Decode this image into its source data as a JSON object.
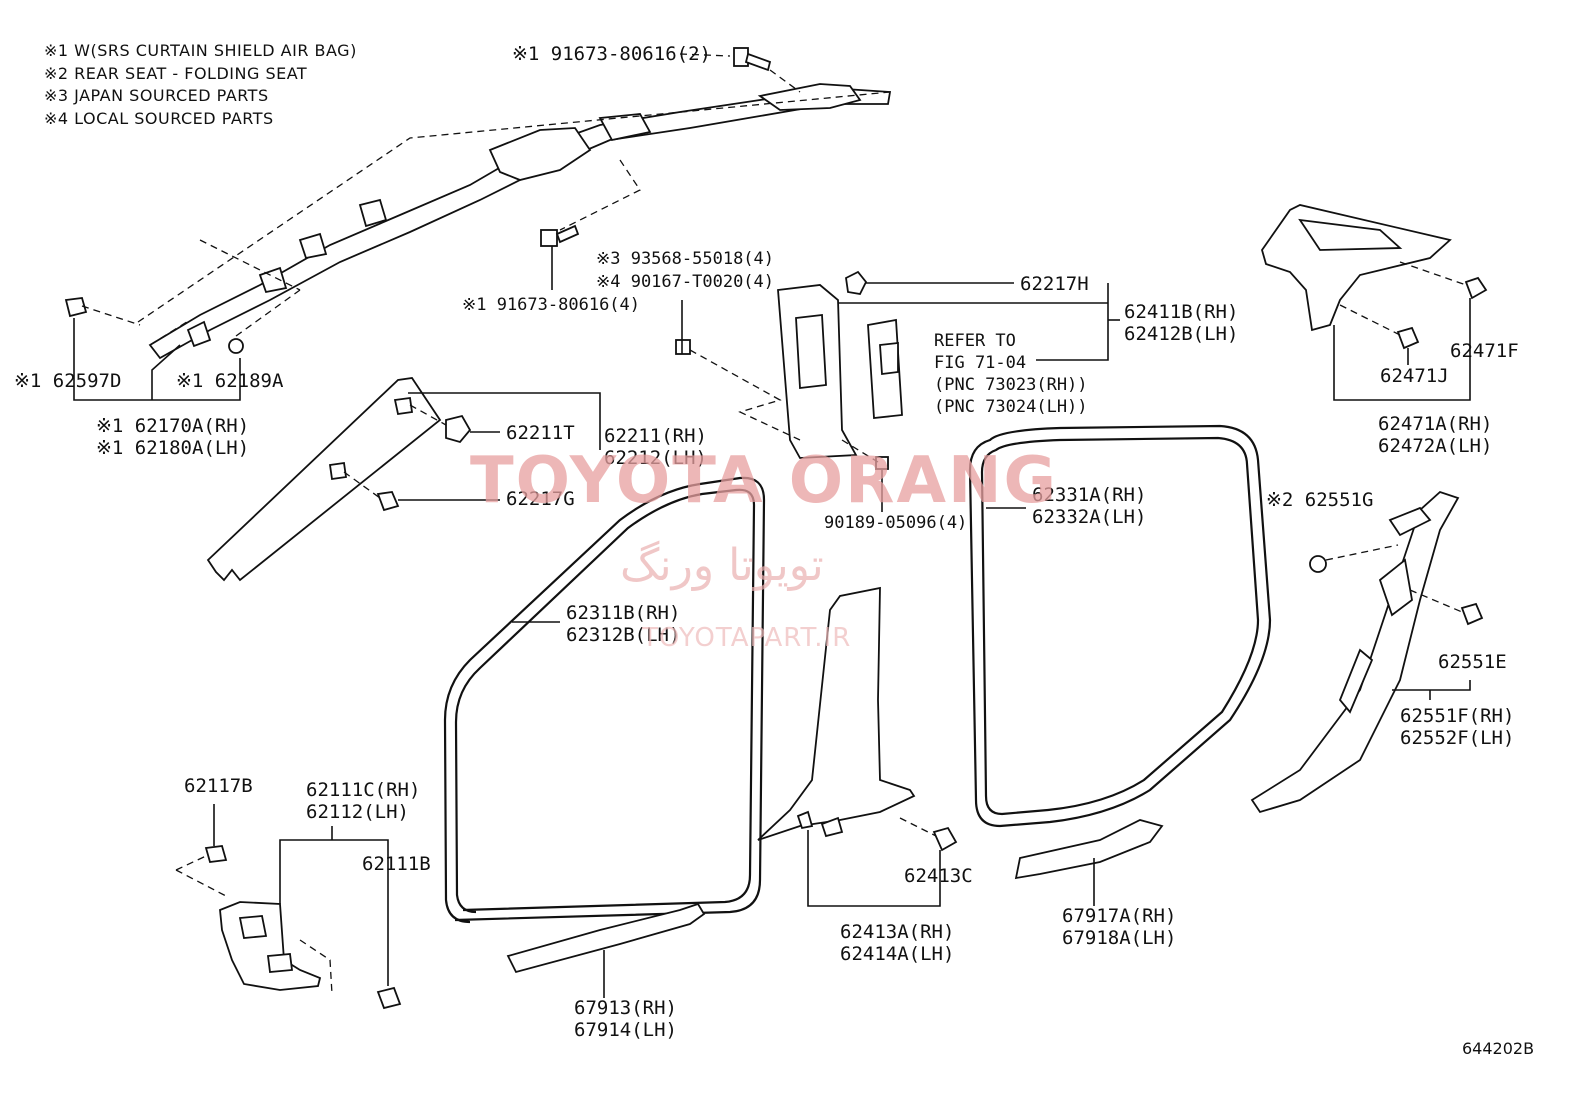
{
  "notes": [
    "※1 W(SRS CURTAIN SHIELD AIR BAG)",
    "※2 REAR SEAT - FOLDING SEAT",
    "※3 JAPAN SOURCED PARTS",
    "※4 LOCAL SOURCED PARTS"
  ],
  "watermark": {
    "title": "TOYOTA ORANG",
    "persian": "تویوتا ورنگ",
    "site": "TOYOTAPART.IR"
  },
  "labels": {
    "l_91673_top": "※1 91673-80616(2)",
    "l_93568": "※3 93568-55018(4)",
    "l_90167": "※4 90167-T0020(4)",
    "l_91673_mid": "※1 91673-80616(4)",
    "l_62597D": "※1 62597D",
    "l_62189A": "※1 62189A",
    "l_62170A": "※1 62170A(RH)",
    "l_62180A": "※1 62180A(LH)",
    "l_62211T": "62211T",
    "l_62211": "62211(RH)",
    "l_62212": "62212(LH)",
    "l_62217G": "62217G",
    "l_62217H": "62217H",
    "l_62411B": "62411B(RH)",
    "l_62412B": "62412B(LH)",
    "l_refer": "REFER TO",
    "l_fig": "FIG 71-04",
    "l_pnc1": "(PNC 73023(RH))",
    "l_pnc2": "(PNC 73024(LH))",
    "l_90189": "90189-05096(4)",
    "l_62331A": "62331A(RH)",
    "l_62332A": "62332A(LH)",
    "l_62471F": "62471F",
    "l_62471J": "62471J",
    "l_62471A": "62471A(RH)",
    "l_62472A": "62472A(LH)",
    "l_62551G": "※2 62551G",
    "l_62551E": "62551E",
    "l_62551F": "62551F(RH)",
    "l_62552F": "62552F(LH)",
    "l_62311B": "62311B(RH)",
    "l_62312B": "62312B(LH)",
    "l_62117B": "62117B",
    "l_62111C": "62111C(RH)",
    "l_62112": "62112(LH)",
    "l_62111B": "62111B",
    "l_62413C": "62413C",
    "l_62413A": "62413A(RH)",
    "l_62414A": "62414A(LH)",
    "l_67917A": "67917A(RH)",
    "l_67918A": "67918A(LH)",
    "l_67913": "67913(RH)",
    "l_67914": "67914(LH)"
  },
  "figure_code": "644202B"
}
